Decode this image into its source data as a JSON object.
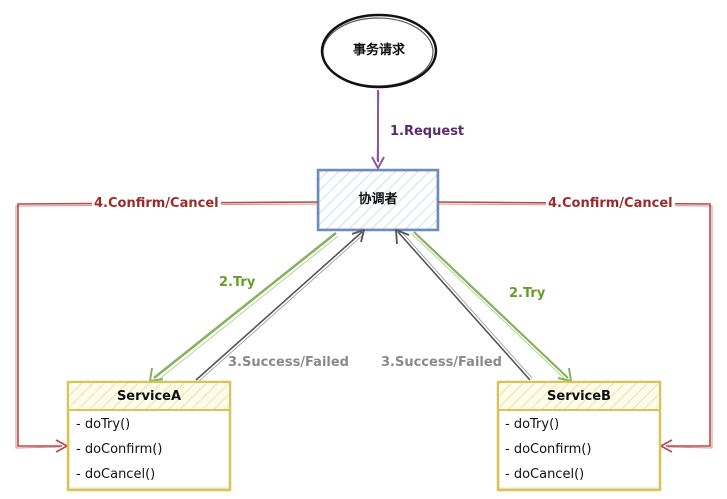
{
  "nodes": {
    "start": {
      "label": "事务请求"
    },
    "coordinator": {
      "label": "协调者"
    },
    "service_a": {
      "title": "ServiceA",
      "methods": [
        "- doTry()",
        "- doConfirm()",
        "- doCancel()"
      ]
    },
    "service_b": {
      "title": "ServiceB",
      "methods": [
        "- doTry()",
        "- doConfirm()",
        "- doCancel()"
      ]
    }
  },
  "edges": {
    "request": "1.Request",
    "try_a": "2.Try",
    "try_b": "2.Try",
    "success_a": "3.Success/Failed",
    "success_b": "3.Success/Failed",
    "confirm_a": "4.Confirm/Cancel",
    "confirm_b": "4.Confirm/Cancel"
  },
  "colors": {
    "request": "#8a5aa0",
    "try": "#86b25c",
    "success": "#555555",
    "confirm": "#b84a4a",
    "coordinator_border": "#6b8cbe",
    "service_border": "#d8c35a",
    "service_header": "#fbf7dc"
  }
}
